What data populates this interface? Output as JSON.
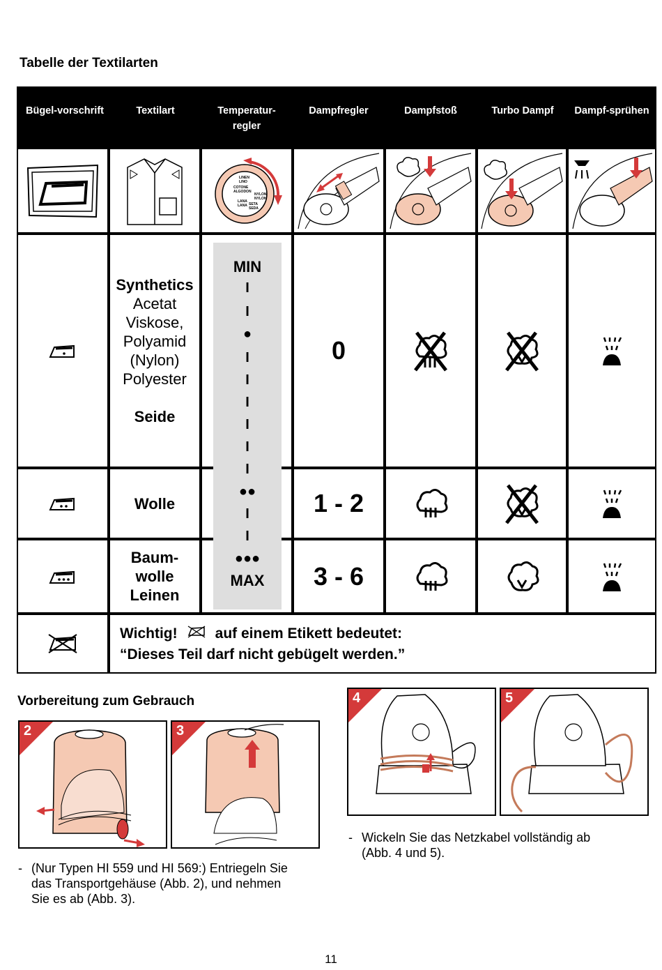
{
  "page_title": "Tabelle der Textilarten",
  "headers": [
    "Bügel-vorschrift",
    "Textilart",
    "Temperatur-\nregler",
    "Dampfregler",
    "Dampfstoß",
    "Turbo Dampf",
    "Dampf-sprühen"
  ],
  "dial_labels": {
    "linen": "LINEN",
    "lino": "LINO",
    "coton": "COTONE",
    "algodon": "ALGODON",
    "lana": "LANA",
    "lana2": "LANA",
    "nylon": "NYLON",
    "nylon2": "NYLON",
    "seta": "SETA",
    "seda": "SEDA"
  },
  "rows": [
    {
      "textile_bold": "Synthetics",
      "textile_lines": [
        "Acetat",
        "Viskose,",
        "Polyamid",
        "(Nylon)",
        "Polyester"
      ],
      "textile_bold2": "Seide",
      "steam_setting": "0"
    },
    {
      "textile": "Wolle",
      "steam_setting": "1 - 2"
    },
    {
      "textile_lines": [
        "Baum-",
        "wolle",
        "Leinen"
      ],
      "steam_setting": "3 - 6"
    }
  ],
  "temperature": {
    "min": "MIN",
    "max": "MAX",
    "tick": "I",
    "dot1": "●",
    "dot2": "●●",
    "dot3": "●●●"
  },
  "note": {
    "line1_a": "Wichtig!",
    "line1_b": "auf einem Etikett bedeutet:",
    "line2": "“Dieses Teil darf nicht gebügelt werden.”"
  },
  "section_title": "Vorbereitung zum Gebrauch",
  "figures": [
    "2",
    "3",
    "4",
    "5"
  ],
  "instructions": {
    "left": [
      "-",
      "(Nur Typen HI 559 und HI 569:) Entriegeln Sie",
      "das Transportgehäuse (Abb. 2), und nehmen",
      "Sie es ab (Abb. 3)."
    ],
    "right": [
      "-",
      "Wickeln Sie das Netzkabel vollständig ab",
      "(Abb. 4 und 5)."
    ]
  },
  "page_number": "11",
  "colors": {
    "accent": "#d43a3a",
    "peach": "#f5c9b3",
    "grey": "#dedede"
  }
}
